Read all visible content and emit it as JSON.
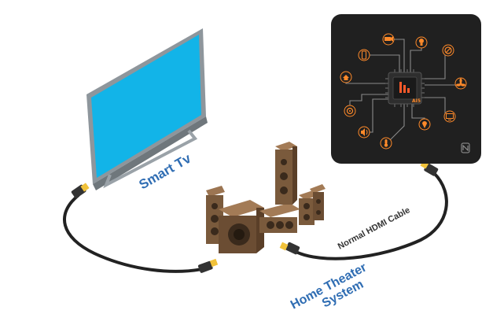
{
  "labels": {
    "tv": "Smart Tv",
    "home_theater_line1": "Home Theater",
    "home_theater_line2": "System",
    "cable": "Normal HDMI Cable",
    "chip": "AI5"
  },
  "icons": [
    "remote-icon",
    "camera-icon",
    "bulb-icon",
    "no-entry-icon",
    "home-icon",
    "fan-icon",
    "speaker-icon",
    "gauge-icon",
    "phone-icon",
    "thermometer-icon",
    "location-icon",
    "monitor-icon",
    "nfc-icon"
  ],
  "colors": {
    "screen": "#12b4e8",
    "tv_frame": "#8e969c",
    "wood": "#7a5a3c",
    "panel_bg": "#202020",
    "accent": "#ff8a2a",
    "text_blue": "#2f6db3"
  }
}
